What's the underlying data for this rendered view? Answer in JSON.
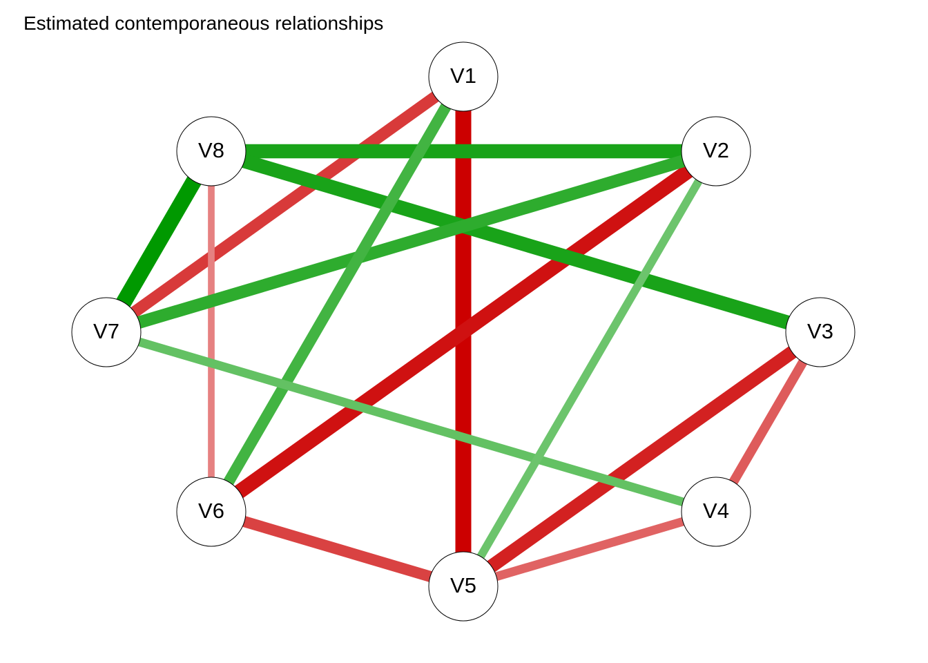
{
  "title": "Estimated contemporaneous relationships",
  "colors": {
    "positive": "#009900",
    "negative": "#cc0000",
    "node_fill": "#ffffff",
    "node_stroke": "#000000"
  },
  "nodes": [
    {
      "id": "V1",
      "label": "V1"
    },
    {
      "id": "V2",
      "label": "V2"
    },
    {
      "id": "V3",
      "label": "V3"
    },
    {
      "id": "V4",
      "label": "V4"
    },
    {
      "id": "V5",
      "label": "V5"
    },
    {
      "id": "V6",
      "label": "V6"
    },
    {
      "id": "V7",
      "label": "V7"
    },
    {
      "id": "V8",
      "label": "V8"
    }
  ],
  "edges": [
    {
      "from": "V1",
      "to": "V5",
      "sign": "negative",
      "strength": 1.0
    },
    {
      "from": "V2",
      "to": "V6",
      "sign": "negative",
      "strength": 0.9
    },
    {
      "from": "V3",
      "to": "V5",
      "sign": "negative",
      "strength": 0.8
    },
    {
      "from": "V1",
      "to": "V7",
      "sign": "negative",
      "strength": 0.65
    },
    {
      "from": "V6",
      "to": "V5",
      "sign": "negative",
      "strength": 0.6
    },
    {
      "from": "V3",
      "to": "V4",
      "sign": "negative",
      "strength": 0.45
    },
    {
      "from": "V4",
      "to": "V5",
      "sign": "negative",
      "strength": 0.4
    },
    {
      "from": "V8",
      "to": "V6",
      "sign": "negative",
      "strength": 0.22
    },
    {
      "from": "V8",
      "to": "V7",
      "sign": "positive",
      "strength": 1.0
    },
    {
      "from": "V8",
      "to": "V2",
      "sign": "positive",
      "strength": 0.85
    },
    {
      "from": "V8",
      "to": "V3",
      "sign": "positive",
      "strength": 0.85
    },
    {
      "from": "V2",
      "to": "V7",
      "sign": "positive",
      "strength": 0.72
    },
    {
      "from": "V1",
      "to": "V6",
      "sign": "positive",
      "strength": 0.6
    },
    {
      "from": "V7",
      "to": "V4",
      "sign": "positive",
      "strength": 0.4
    },
    {
      "from": "V2",
      "to": "V5",
      "sign": "positive",
      "strength": 0.35
    }
  ]
}
